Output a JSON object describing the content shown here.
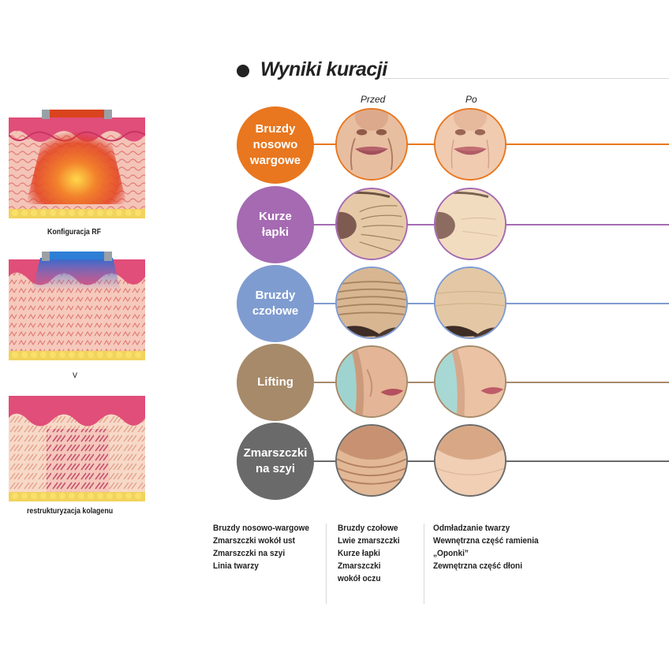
{
  "title": "Wyniki kuracji",
  "columns": {
    "before": "Przed",
    "after": "Po"
  },
  "left_panel": {
    "captions": [
      "Konfiguracja RF",
      "restrukturyzacja kolagenu"
    ],
    "arrow": "v"
  },
  "rows": [
    {
      "label": "Bruzdy\nnosowo\nwargowe",
      "color": "#e8771f",
      "photo": "lips"
    },
    {
      "label": "Kurze\nłapki",
      "color": "#a56ab2",
      "photo": "eye"
    },
    {
      "label": "Bruzdy\nczołowe",
      "color": "#7f9cd0",
      "photo": "forehead"
    },
    {
      "label": "Lifting",
      "color": "#a68a6a",
      "photo": "cheek"
    },
    {
      "label": "Zmarszczki\nna szyi",
      "color": "#6a6a6a",
      "photo": "neck"
    }
  ],
  "lists": [
    [
      "Bruzdy nosowo-wargowe",
      "Zmarszczki wokół ust",
      "Zmarszczki na szyi",
      "Linia twarzy"
    ],
    [
      "Bruzdy czołowe",
      "Lwie zmarszczki",
      "Kurze łapki",
      "Zmarszczki",
      "wokół oczu"
    ],
    [
      "Odmładzanie twarzy",
      "Wewnętrzna część ramienia",
      "„Oponki”",
      "Zewnętrzna część dłoni"
    ]
  ],
  "icons": [
    "title-bullet-icon",
    "down-arrow-icon"
  ]
}
